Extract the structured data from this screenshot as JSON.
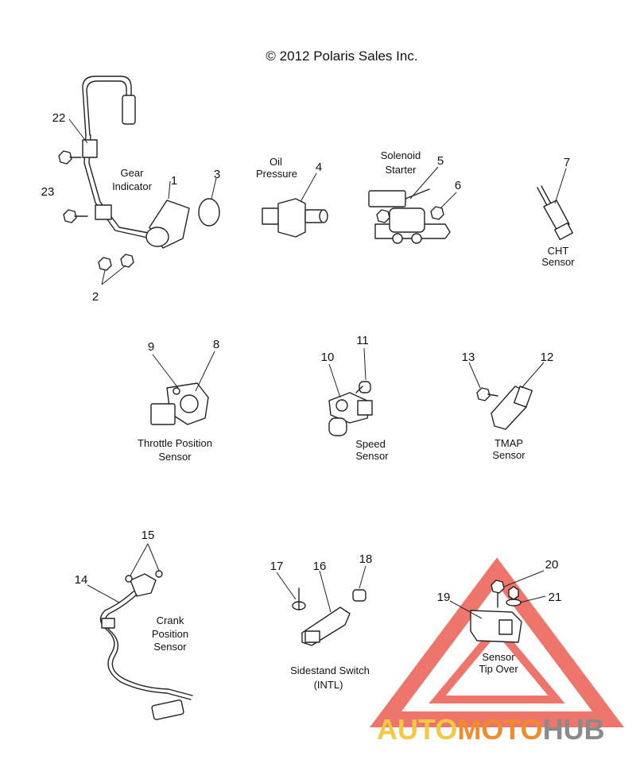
{
  "copyright": "© 2012 Polaris Sales Inc.",
  "labels": {
    "gear_indicator": [
      "Gear",
      "Indicator"
    ],
    "oil_pressure": [
      "Oil",
      "Pressure"
    ],
    "solenoid_starter": [
      "Solenoid",
      "Starter"
    ],
    "cht_sensor": [
      "CHT",
      "Sensor"
    ],
    "throttle_position_sensor": [
      "Throttle Position",
      "Sensor"
    ],
    "speed_sensor": [
      "Speed",
      "Sensor"
    ],
    "tmap_sensor": [
      "TMAP",
      "Sensor"
    ],
    "crank_position_sensor": [
      "Crank",
      "Position",
      "Sensor"
    ],
    "sidestand_switch": [
      "Sidestand Switch",
      "(INTL)"
    ],
    "sensor_tip_over": [
      "Sensor",
      "Tip Over"
    ]
  },
  "callouts": [
    "1",
    "2",
    "3",
    "4",
    "5",
    "6",
    "7",
    "8",
    "9",
    "10",
    "11",
    "12",
    "13",
    "14",
    "15",
    "16",
    "17",
    "18",
    "19",
    "20",
    "21",
    "22",
    "23"
  ],
  "watermark": {
    "parts": [
      "AUTO",
      "MOTO",
      "HUB"
    ],
    "colors": {
      "auto": "#f5c842",
      "moto": "#f08a2a",
      "hub": "#8a8a8a",
      "triangle": "#e8473a"
    }
  }
}
